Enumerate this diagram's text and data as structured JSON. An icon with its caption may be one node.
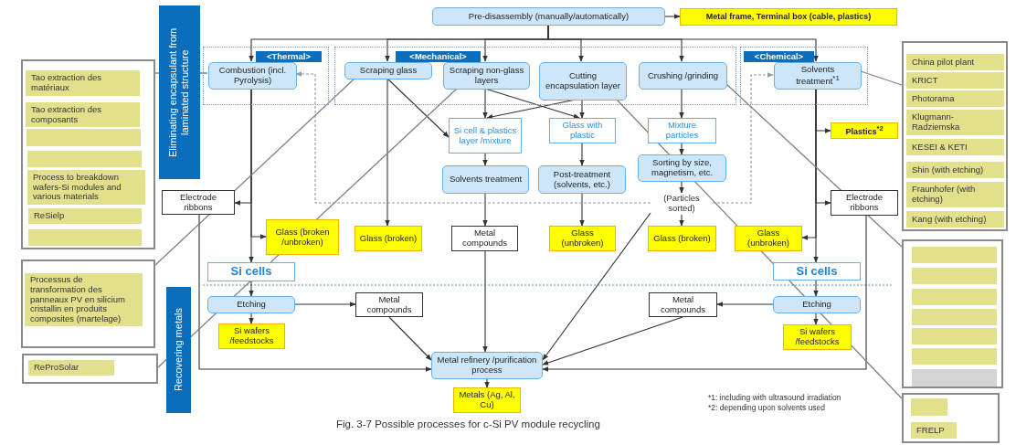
{
  "diagram": {
    "caption": "Fig. 3-7 Possible processes for c-Si PV module recycling",
    "nodes": [
      {
        "text": [
          "Pre-disassembly (manually/automatically)"
        ]
      },
      {
        "text": [
          "Metal frame, Terminal box (cable, plastics)"
        ]
      },
      {
        "text": [
          "<Thermal>"
        ]
      },
      {
        "text": [
          "Combustion (incl. Pyrolysis)"
        ],
        "in": 2
      },
      {
        "text": [
          "<Mechanical>"
        ]
      },
      {
        "text": [
          "Scraping glass"
        ],
        "in": 4
      },
      {
        "text": [
          "Scraping non-glass layers"
        ],
        "in": 4
      },
      {
        "text": [
          "Cutting encapsulation layer"
        ],
        "in": 4
      },
      {
        "text": [
          "Crushing /grinding"
        ],
        "in": 4
      },
      {
        "text": [
          "<Chemical>"
        ]
      },
      {
        "text": [
          "Solvents treatment$^{*1}$"
        ],
        "in": 9
      },
      {
        "text": [
          "Si cell & plastics layer /mixture"
        ]
      },
      {
        "text": [
          "Glass with plastic"
        ]
      },
      {
        "text": [
          "Mixture particles"
        ]
      },
      {
        "text": [
          "Solvents treatment"
        ]
      },
      {
        "text": [
          "Post-treatment (solvents, etc.)"
        ]
      },
      {
        "text": [
          "Sorting by size, magnetism, etc."
        ]
      },
      {
        "text": [
          "(Particles sorted)"
        ]
      },
      {
        "text": [
          "Electrode ribbons"
        ]
      },
      {
        "text": [
          "Glass (broken /unbroken)"
        ]
      },
      {
        "text": [
          "Glass (broken)"
        ]
      },
      {
        "text": [
          "Metal compounds"
        ]
      },
      {
        "text": [
          "Glass (unbroken)"
        ]
      },
      {
        "text": [
          "Glass (broken)"
        ]
      },
      {
        "text": [
          "Glass (unbroken)"
        ]
      },
      {
        "text": [
          "Plastics$^{*2}$"
        ]
      },
      {
        "text": [
          "Electrode ribbons"
        ]
      },
      {
        "text": [
          "Si cells"
        ]
      },
      {
        "text": [
          "Si cells"
        ]
      },
      {
        "text": [
          "Etching"
        ]
      },
      {
        "text": [
          "Si wafers /feedstocks"
        ]
      },
      {
        "text": [
          "Metal compounds"
        ]
      },
      {
        "text": [
          "Metal compounds"
        ]
      },
      {
        "text": [
          "Etching"
        ]
      },
      {
        "text": [
          "Si wafers /feedstocks"
        ]
      },
      {
        "text": [
          "Metal refinery /purification process"
        ]
      },
      {
        "text": [
          "Metals (Ag, Al, Cu)"
        ]
      },
      {
        "text": [
          "Eliminating encapsulant from laminated structure"
        ]
      },
      {
        "text": [
          "Recovering metals"
        ]
      },
      {
        "text": [],
        "shape": "box"
      },
      {
        "text": [
          "Tao extraction des matériaux"
        ],
        "in": 39
      },
      {
        "text": [
          "Tao extraction des composants"
        ],
        "in": 39
      },
      {
        "text": [],
        "shape": "box",
        "in": 39
      },
      {
        "text": [],
        "shape": "box",
        "in": 39
      },
      {
        "text": [
          "Process to breakdown wafers-Si modules and various materials"
        ],
        "in": 39
      },
      {
        "text": [
          "ReSielp"
        ],
        "in": 39
      },
      {
        "text": [],
        "shape": "box",
        "in": 39
      },
      {
        "text": [],
        "shape": "box"
      },
      {
        "text": [
          "Processus de transformation des panneaux PV en silicium cristallin en produits composites (martelage)"
        ],
        "in": 47
      },
      {
        "text": [],
        "shape": "box"
      },
      {
        "text": [
          "ReProSolar"
        ],
        "in": 49
      },
      {
        "text": [],
        "shape": "box"
      },
      {
        "text": [
          "China pilot plant"
        ],
        "in": 51
      },
      {
        "text": [
          "KRICT"
        ],
        "in": 51
      },
      {
        "text": [
          "Photorama"
        ],
        "in": 51
      },
      {
        "text": [
          "Klugmann-Radziemska"
        ],
        "in": 51
      },
      {
        "text": [
          "KESEI & KETI"
        ],
        "in": 51
      },
      {
        "text": [
          "Shin (with etching)"
        ],
        "in": 51
      },
      {
        "text": [
          "Fraunhofer (with etching)"
        ],
        "in": 51
      },
      {
        "text": [
          "Kang (with etching)"
        ],
        "in": 51
      },
      {
        "text": [],
        "shape": "box"
      },
      {
        "text": [],
        "shape": "box",
        "in": 60
      },
      {
        "text": [],
        "shape": "box",
        "in": 60
      },
      {
        "text": [],
        "shape": "box",
        "in": 60
      },
      {
        "text": [],
        "shape": "box",
        "in": 60
      },
      {
        "text": [],
        "shape": "box",
        "in": 60
      },
      {
        "text": [],
        "shape": "box",
        "in": 60
      },
      {
        "text": [],
        "shape": "box",
        "in": 60
      },
      {
        "text": [],
        "shape": "box"
      },
      {
        "text": [],
        "shape": "box",
        "in": 68
      },
      {
        "text": [
          "FRELP"
        ],
        "in": 68
      }
    ],
    "edges": [
      {
        "from": 0,
        "to": 1,
        "arrow": "to"
      },
      {
        "from": 0,
        "to": 3,
        "arrow": "to"
      },
      {
        "from": 0,
        "to": 5,
        "arrow": "to"
      },
      {
        "from": 0,
        "to": 6,
        "arrow": "to"
      },
      {
        "from": 0,
        "to": 7,
        "arrow": "to"
      },
      {
        "from": 0,
        "to": 8,
        "arrow": "to"
      },
      {
        "from": 0,
        "to": 10,
        "arrow": "to"
      },
      {
        "from": 3,
        "to": 18,
        "arrow": "to"
      },
      {
        "from": 3,
        "to": 19,
        "arrow": "to"
      },
      {
        "from": 3,
        "to": 27,
        "arrow": "to"
      },
      {
        "from": 5,
        "to": 11,
        "arrow": "to"
      },
      {
        "from": 5,
        "to": 20,
        "arrow": "to"
      },
      {
        "from": 6,
        "to": 11,
        "arrow": "to"
      },
      {
        "from": 6,
        "to": 12,
        "arrow": "to"
      },
      {
        "from": 7,
        "to": 11,
        "arrow": "to"
      },
      {
        "from": 7,
        "to": 12,
        "arrow": "to"
      },
      {
        "from": 8,
        "to": 13,
        "arrow": "to"
      },
      {
        "from": 13,
        "to": 16,
        "arrow": "to"
      },
      {
        "from": 16,
        "to": 17,
        "arrow": "to"
      },
      {
        "from": 17,
        "to": 23,
        "arrow": "to"
      },
      {
        "from": 11,
        "to": 14,
        "arrow": "to"
      },
      {
        "from": 12,
        "to": 15,
        "arrow": "to"
      },
      {
        "from": 14,
        "to": 21,
        "arrow": "to"
      },
      {
        "from": 15,
        "to": 22,
        "arrow": "to"
      },
      {
        "from": 10,
        "to": 25,
        "arrow": "to"
      },
      {
        "from": 10,
        "to": 26,
        "arrow": "to"
      },
      {
        "from": 10,
        "to": 24,
        "arrow": "to"
      },
      {
        "from": 10,
        "to": 28,
        "arrow": "to"
      },
      {
        "from": 17,
        "to": 3,
        "arrow": "to",
        "style": "dashed",
        "color": "#9a9a9a"
      },
      {
        "from": 17,
        "to": 10,
        "arrow": "to",
        "style": "dashed",
        "color": "#9a9a9a"
      },
      {
        "from": 27,
        "to": 29,
        "arrow": "to"
      },
      {
        "from": 29,
        "to": 30,
        "arrow": "to"
      },
      {
        "from": 29,
        "to": 31,
        "arrow": "to"
      },
      {
        "from": 28,
        "to": 33,
        "arrow": "to"
      },
      {
        "from": 33,
        "to": 34,
        "arrow": "to"
      },
      {
        "from": 33,
        "to": 32,
        "arrow": "to"
      },
      {
        "from": 21,
        "to": 35,
        "arrow": "to"
      },
      {
        "from": 31,
        "to": 35,
        "arrow": "to"
      },
      {
        "from": 18,
        "to": 35,
        "arrow": "to"
      },
      {
        "from": 17,
        "to": 35,
        "arrow": "to"
      },
      {
        "from": 32,
        "to": 35,
        "arrow": "to"
      },
      {
        "from": 26,
        "to": 35,
        "arrow": "to"
      },
      {
        "from": 35,
        "to": 36,
        "arrow": "to"
      },
      {
        "from": 39,
        "to": 3,
        "arrow": "none",
        "color": "#808080"
      },
      {
        "from": 47,
        "to": 5,
        "arrow": "none",
        "color": "#808080"
      },
      {
        "from": 49,
        "to": 6,
        "arrow": "none",
        "color": "#808080"
      },
      {
        "from": 51,
        "to": 10,
        "arrow": "none",
        "color": "#808080"
      },
      {
        "from": 60,
        "to": 8,
        "arrow": "none",
        "color": "#808080"
      },
      {
        "from": 68,
        "to": 7,
        "arrow": "none",
        "color": "#808080"
      }
    ],
    "labels": [
      "*1: including with ultrasound irradiation",
      "*2: depending upon solvents used"
    ]
  }
}
